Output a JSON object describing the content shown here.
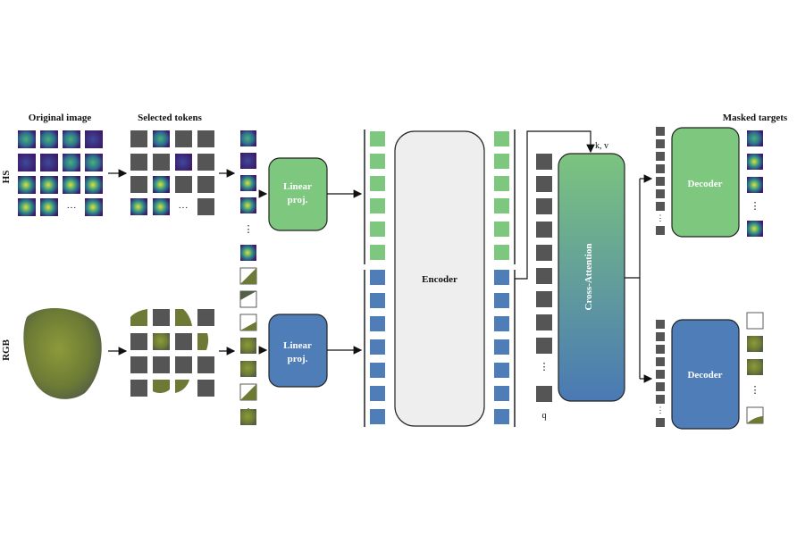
{
  "labels": {
    "original_image": "Original image",
    "selected_tokens": "Selected  tokens",
    "masked_targets": "Masked  targets",
    "hs": "HS",
    "rgb": "RGB",
    "linear_proj_1": "Linear",
    "linear_proj_2": "proj.",
    "encoder": "Encoder",
    "cross_attention": "Cross-Attention",
    "decoder_top": "Decoder",
    "decoder_bottom": "Decoder",
    "kv": "k, v",
    "q": "q",
    "ellipsis": "···",
    "vdots": "⋮"
  },
  "colors": {
    "hs_token": "#7dc77f",
    "rgb_token": "#4f7db8",
    "masked_token": "#555555",
    "encoder_fill": "#eeeeee",
    "cross_attention_top": "#7cc47f",
    "cross_attention_bottom": "#4a79b4",
    "decoder_hs": "#7dc77f",
    "decoder_rgb": "#4f7db8",
    "viridis_dark": "#3b1b6b",
    "viridis_mid": "#2a8a8c",
    "viridis_bright": "#d6e53a",
    "rgb_leaf": "#7b8a3a"
  }
}
